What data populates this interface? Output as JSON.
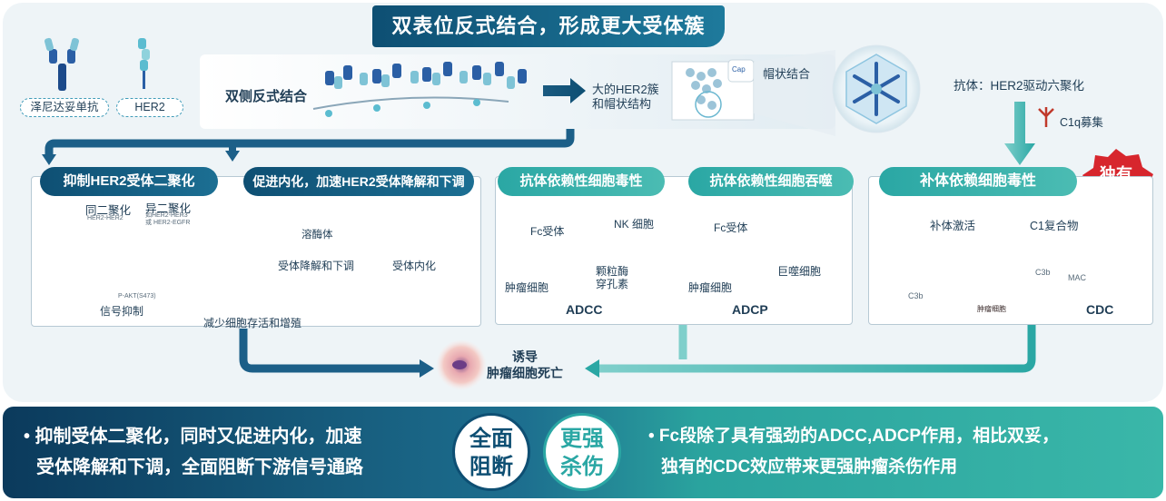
{
  "title": "双表位反式结合，形成更大受体簇",
  "top": {
    "legend_antibody": "泽尼达妥单抗",
    "legend_her2": "HER2",
    "dual_binding": "双侧反式结合",
    "cluster_line1": "大的HER2簇",
    "cluster_line2": "和帽状结构",
    "cap_badge": "Cap",
    "cap_label": "帽状结合"
  },
  "right_top": {
    "title": "抗体：HER2驱动六聚化",
    "c1q": "C1q募集"
  },
  "panels": {
    "inhibit": {
      "header": "抑制HER2受体二聚化",
      "homo_label": "同二聚化",
      "homo_sub": "HER2-HER2",
      "hetero_label": "异二聚化",
      "hetero_sub1": "如HER2-HER3",
      "hetero_sub2": "或 HER2-EGFR",
      "pakt": "P-AKT(S473)",
      "signal": "信号抑制"
    },
    "internalize": {
      "header": "促进内化，加速HER2受体降解和下调",
      "lysosome": "溶酶体",
      "degrade": "受体降解和下调",
      "internal": "受体内化",
      "reduce": "减少细胞存活和增殖"
    },
    "adcc": {
      "header": "抗体依赖性细胞毒性",
      "fc": "Fc受体",
      "nk": "NK 细胞",
      "granzyme1": "颗粒酶",
      "granzyme2": "穿孔素",
      "tumor": "肿瘤细胞",
      "name": "ADCC"
    },
    "adcp": {
      "header": "抗体依赖性细胞吞噬",
      "fc": "Fc受体",
      "macro": "巨噬细胞",
      "tumor": "肿瘤细胞",
      "name": "ADCP"
    },
    "cdc": {
      "header": "补体依赖细胞毒性",
      "badge": "独有",
      "activate": "补体激活",
      "c1": "C1复合物",
      "c3b_left": "C3b",
      "c3b_right": "C3b",
      "mac": "MAC",
      "tumor": "肿瘤细胞",
      "name": "CDC"
    }
  },
  "death": {
    "line1": "诱导",
    "line2": "肿瘤细胞死亡"
  },
  "bottom": {
    "left_line1": "• 抑制受体二聚化，同时又促进内化，加速",
    "left_line2": "受体降解和下调，全面阻断下游信号通路",
    "circle_left_1": "全面",
    "circle_left_2": "阻断",
    "circle_right_1": "更强",
    "circle_right_2": "杀伤",
    "right_line1": "• Fc段除了具有强劲的ADCC,ADCP作用，相比双妥，",
    "right_line2": "独有的CDC效应带来更强肿瘤杀伤作用"
  },
  "colors": {
    "navy": "#0e4f73",
    "teal": "#2aa7a4",
    "red_badge": "#d7262d"
  }
}
